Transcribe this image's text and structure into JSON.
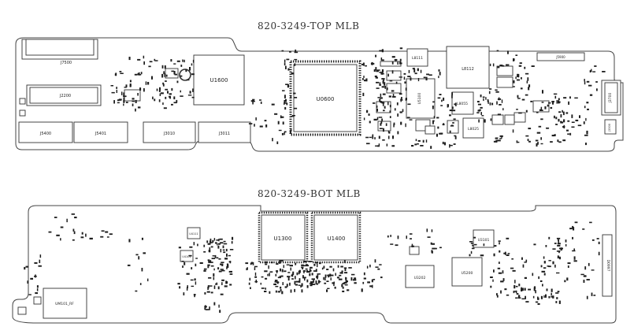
{
  "boards": {
    "top": {
      "title": "820-3249-TOP  MLB",
      "components": {
        "J7500": "J7500",
        "J2200": "J2200",
        "J5400": "J5400",
        "J5401": "J5401",
        "J3010": "J3010",
        "J3011": "J3011",
        "U1600": "U1600",
        "U0600": "U0600",
        "U5100": "U5100",
        "L8111": "L8111",
        "L8112": "L8112",
        "L8055": "L8055",
        "L8025": "L8025",
        "J5900": "J5900",
        "J3700": "J3700",
        "J3300": "J3300"
      }
    },
    "bottom": {
      "title": "820-3249-BOT  MLB",
      "components": {
        "U1300": "U1300",
        "U1400": "U1400",
        "U3101": "U3101",
        "U3202": "U3202",
        "U5200": "U5200",
        "UM101_RF": "UM101_RF",
        "U4111": "U4111",
        "U4101": "U4101",
        "D0997": "D0997"
      }
    }
  }
}
